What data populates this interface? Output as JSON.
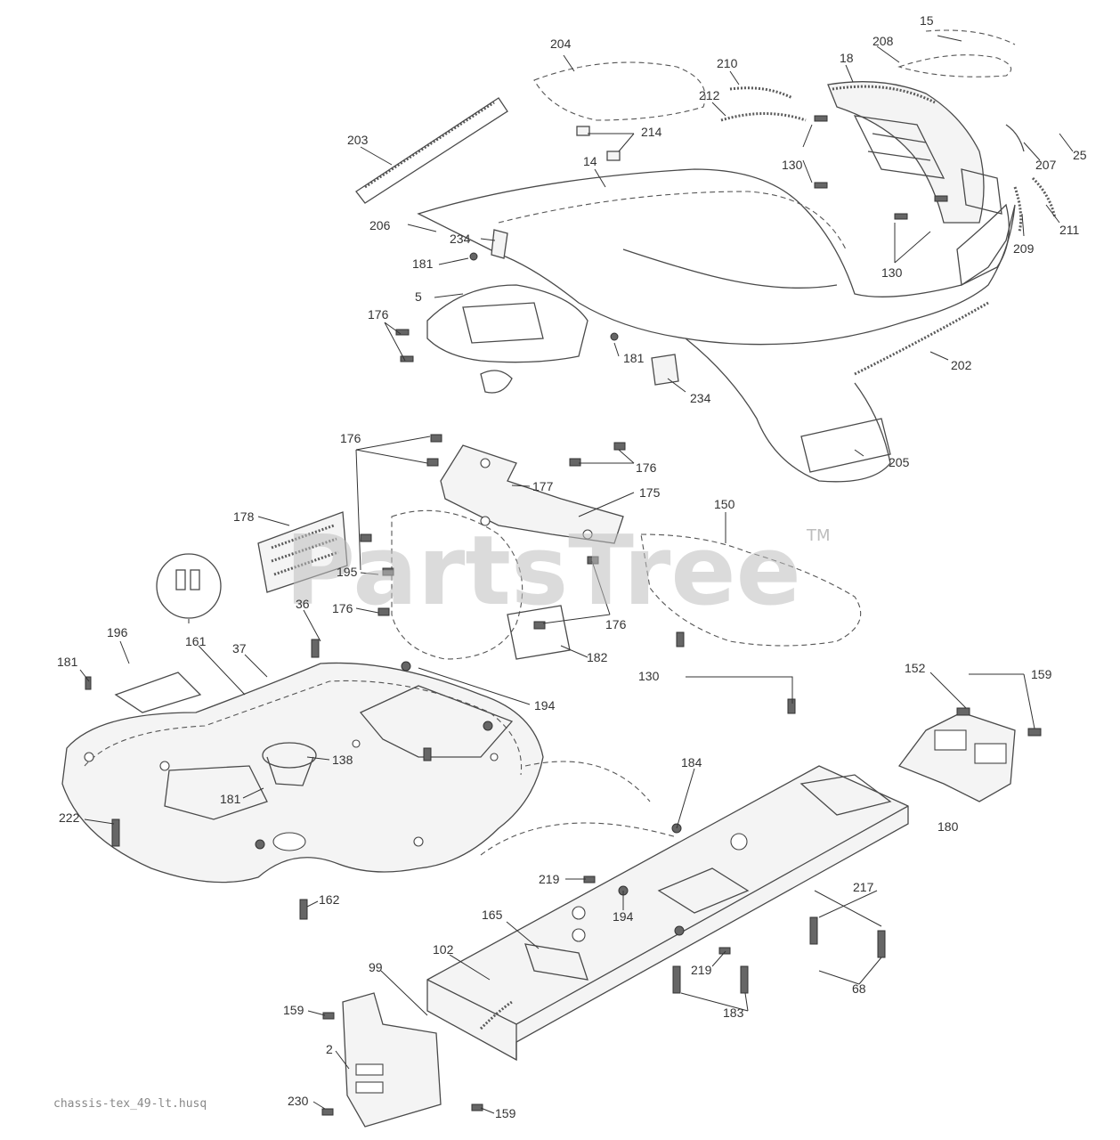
{
  "watermark": {
    "brand": "PartsTree",
    "tm": "TM"
  },
  "file_label": "chassis-tex_49-lt.husq",
  "callouts": {
    "c15": "15",
    "c204": "204",
    "c208": "208",
    "c18": "18",
    "c210": "210",
    "c212": "212",
    "c214": "214",
    "c203": "203",
    "c14": "14",
    "c130a": "130",
    "c207": "207",
    "c25": "25",
    "c206": "206",
    "c234a": "234",
    "c211": "211",
    "c209": "209",
    "c181a": "181",
    "c130b": "130",
    "c5": "5",
    "c176a": "176",
    "c181b": "181",
    "c202": "202",
    "c234b": "234",
    "c176b": "176",
    "c205": "205",
    "c176c": "176",
    "c177": "177",
    "c175": "175",
    "c178": "178",
    "c150": "150",
    "c195": "195",
    "c36": "36",
    "c176d": "176",
    "c176e": "176",
    "c161": "161",
    "c196": "196",
    "c37": "37",
    "c182": "182",
    "c181c": "181",
    "c130c": "130",
    "c152": "152",
    "c159a": "159",
    "c194a": "194",
    "c138": "138",
    "c184": "184",
    "c181d": "181",
    "c222": "222",
    "c180": "180",
    "c219a": "219",
    "c217": "217",
    "c162": "162",
    "c194b": "194",
    "c165": "165",
    "c102": "102",
    "c99": "99",
    "c219b": "219",
    "c68": "68",
    "c183": "183",
    "c159b": "159",
    "c2": "2",
    "c230": "230",
    "c159c": "159"
  }
}
